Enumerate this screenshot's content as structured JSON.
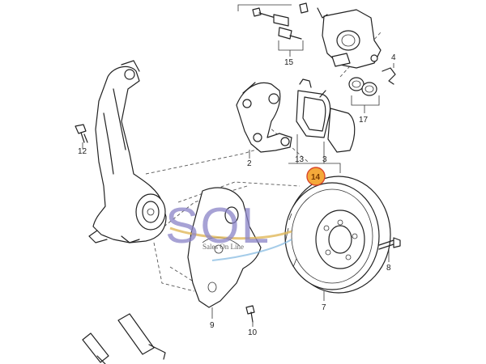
{
  "labels": {
    "p2": "2",
    "p3": "3",
    "p4": "4",
    "p7": "7",
    "p8": "8",
    "p9": "9",
    "p10": "10",
    "p12": "12",
    "p13": "13",
    "p14": "14",
    "p15": "15",
    "p17": "17"
  },
  "watermark": {
    "logo": "SOL",
    "tagline": "Sales On Line"
  },
  "colors": {
    "line": "#222222",
    "highlight_badge": "#f4a93a",
    "highlight_ring": "#d9472b",
    "watermark": "#8a84c8"
  }
}
